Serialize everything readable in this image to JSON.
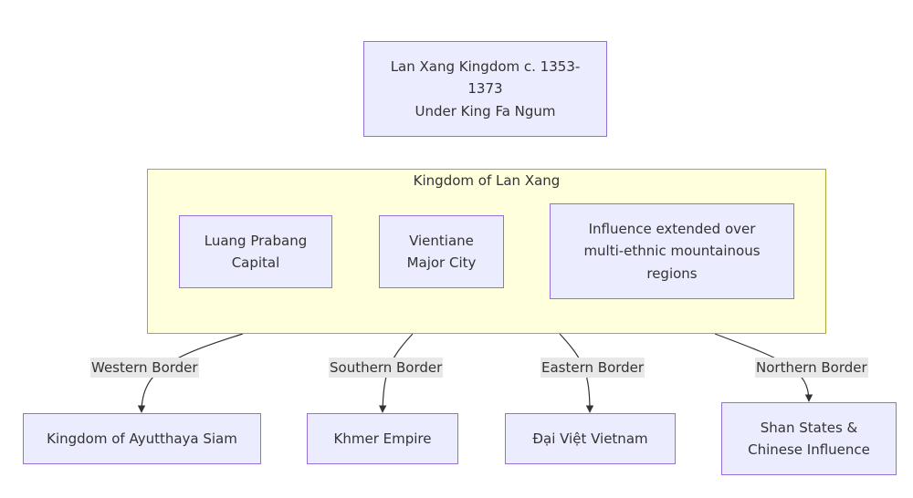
{
  "diagram": {
    "top_node": {
      "lines": [
        "Lan Xang Kingdom c. 1353-",
        "1373",
        "Under King Fa Ngum"
      ]
    },
    "cluster": {
      "title": "Kingdom of Lan Xang",
      "nodes": [
        {
          "lines": [
            "Luang Prabang",
            "Capital"
          ]
        },
        {
          "lines": [
            "Vientiane",
            "Major City"
          ]
        },
        {
          "lines": [
            "Influence extended over",
            "multi-ethnic mountainous",
            "regions"
          ]
        }
      ]
    },
    "edges": [
      {
        "label": "Western Border",
        "target_lines": [
          "Kingdom of Ayutthaya Siam"
        ]
      },
      {
        "label": "Southern Border",
        "target_lines": [
          "Khmer Empire"
        ]
      },
      {
        "label": "Eastern Border",
        "target_lines": [
          "Đại Việt Vietnam"
        ]
      },
      {
        "label": "Northern Border",
        "target_lines": [
          "Shan States &",
          "Chinese Influence"
        ]
      }
    ],
    "colors": {
      "node_fill": "#ECECFF",
      "node_stroke": "#9370DB",
      "cluster_fill": "#FFFFDE",
      "cluster_stroke": "#AAAA33",
      "edge": "#333333",
      "label_bg": "#E8E8E8"
    }
  }
}
